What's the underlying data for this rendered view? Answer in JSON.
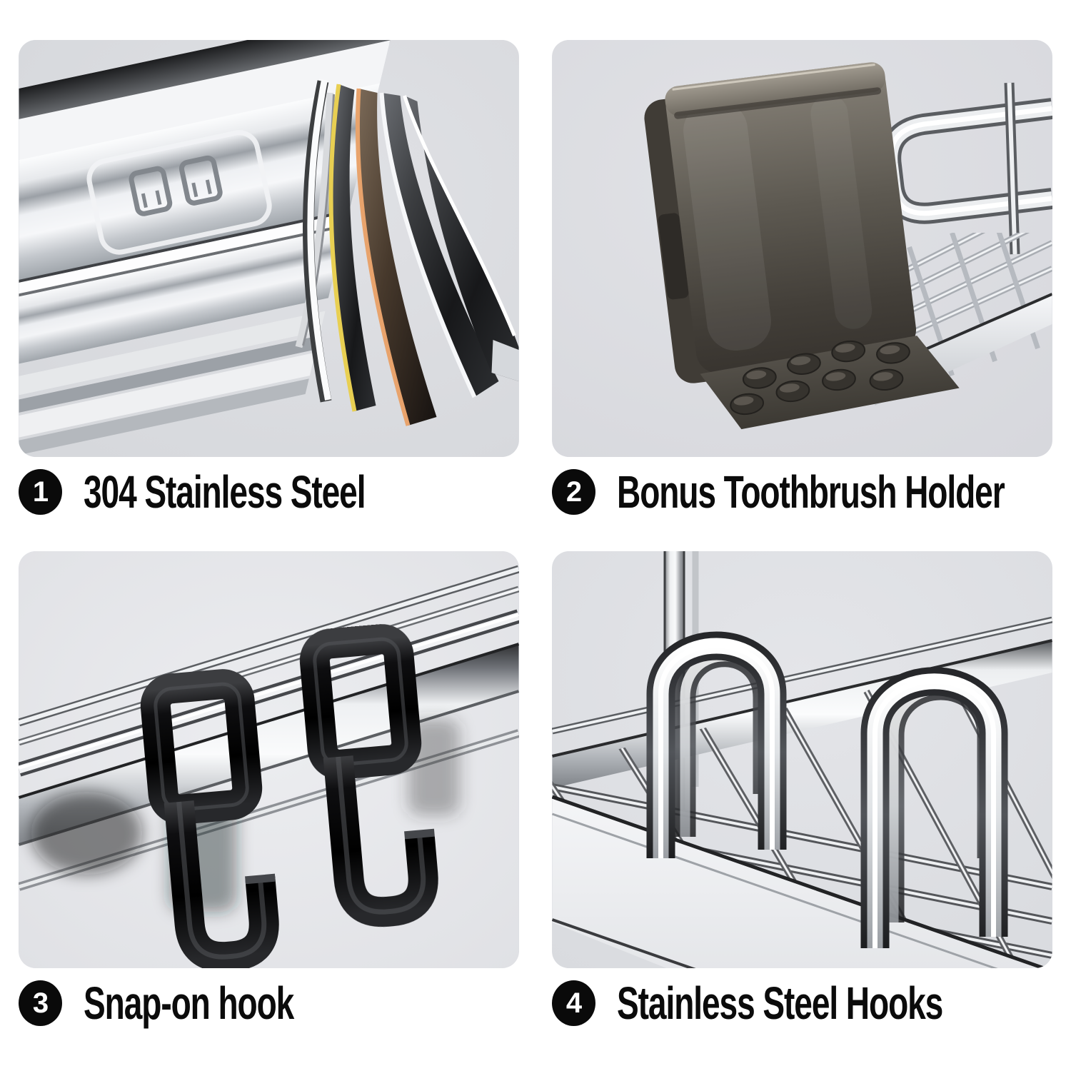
{
  "page": {
    "type": "product-feature-collage"
  },
  "colors": {
    "page_bg": "#ffffff",
    "panel_bg": "#dcdee3",
    "text": "#0b0b0b",
    "badge_bg": "#0a0a0a",
    "badge_text": "#ffffff",
    "chrome_highlight": "#f7f8fa",
    "chrome_shadow": "#6e7175",
    "accent_gold": "#e8cf52",
    "accent_copper": "#e8a36c",
    "hook_black": "#0c0c0e",
    "cup_smoke": "#55514b"
  },
  "features": [
    {
      "number": "1",
      "title": "304 Stainless Steel",
      "image_alt": "Chrome shower caddy corner with layers of stainless steel fanned out like ribbons, one gold and one copper edged"
    },
    {
      "number": "2",
      "title": "Bonus Toothbrush Holder",
      "image_alt": "Smoky translucent toothbrush holder cup with drain bumps hanging beside a chrome wire basket"
    },
    {
      "number": "3",
      "title": "Snap-on hook",
      "image_alt": "Two glossy black snap-on J hooks clipped over a polished chrome rail"
    },
    {
      "number": "4",
      "title": "Stainless Steel Hooks",
      "image_alt": "Two polished stainless steel U-shaped hooks standing on a chrome wire rack"
    }
  ]
}
